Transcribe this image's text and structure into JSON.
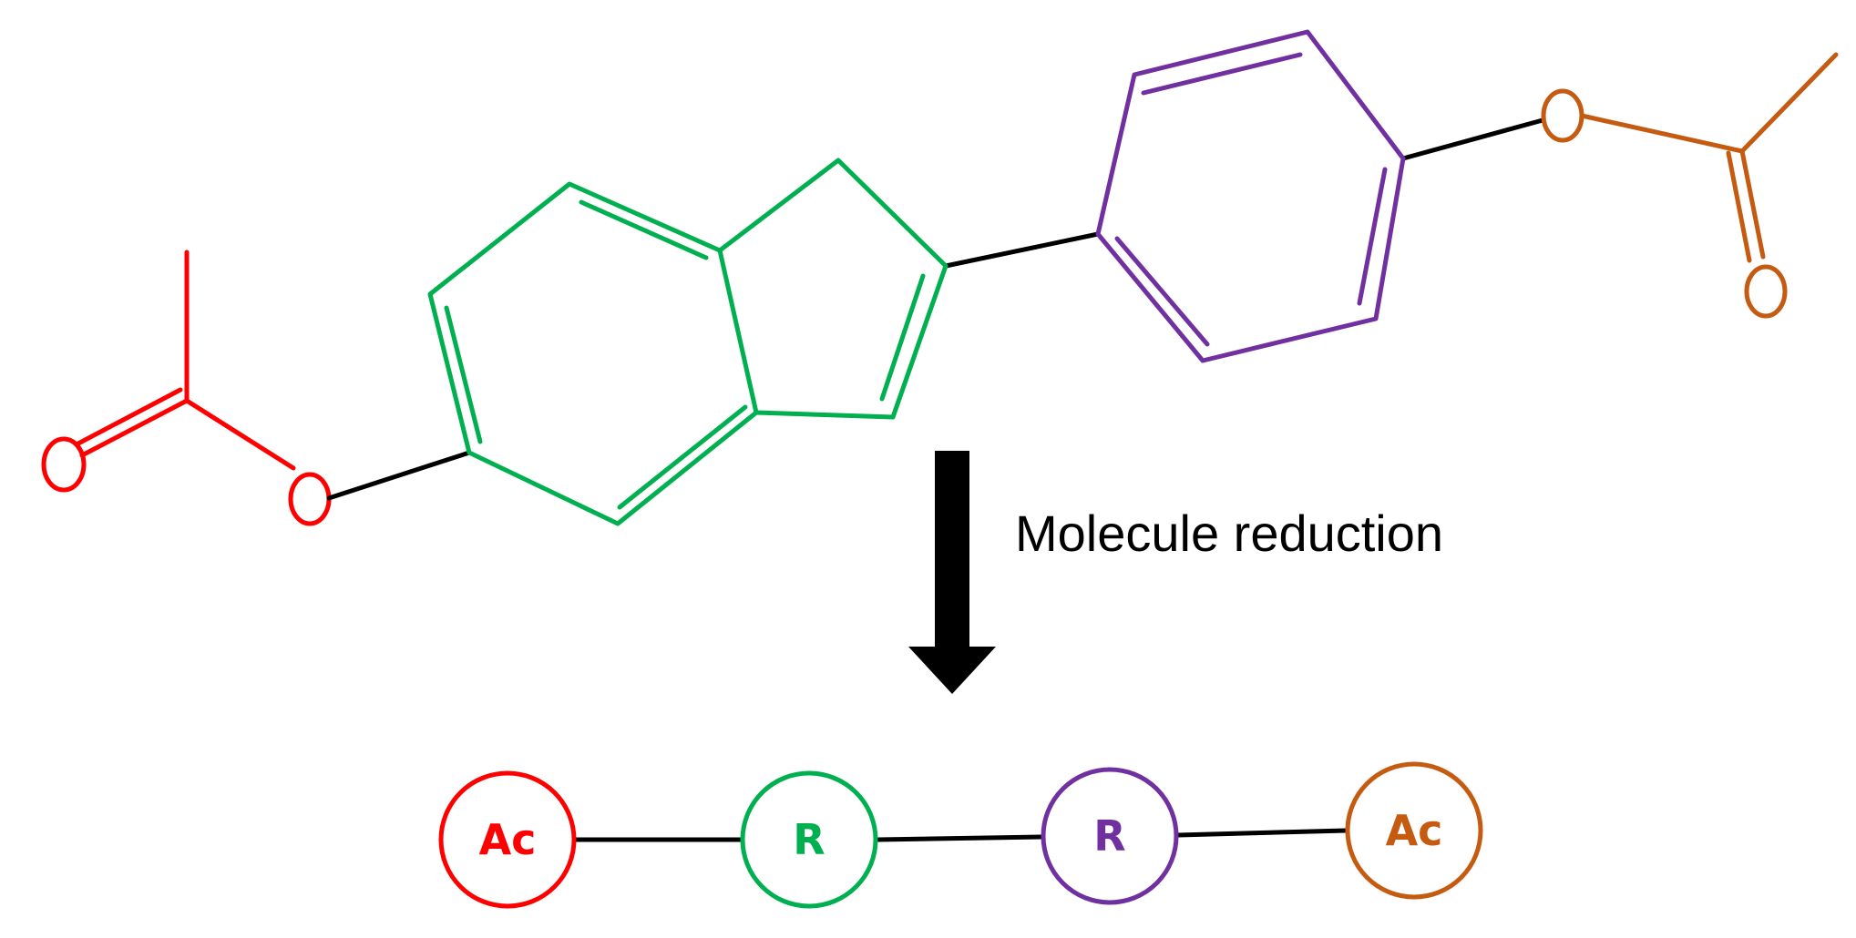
{
  "caption": "Molecule reduction",
  "colors": {
    "acetyl_left": "#ff0000",
    "indene": "#00b050",
    "phenyl": "#7030a0",
    "acetyl_right": "#c55a11",
    "bond": "#000000"
  },
  "nodes": [
    {
      "label": "Ac",
      "group": "acetyl_left"
    },
    {
      "label": "R",
      "group": "indene"
    },
    {
      "label": "R",
      "group": "phenyl"
    },
    {
      "label": "Ac",
      "group": "acetyl_right"
    }
  ]
}
